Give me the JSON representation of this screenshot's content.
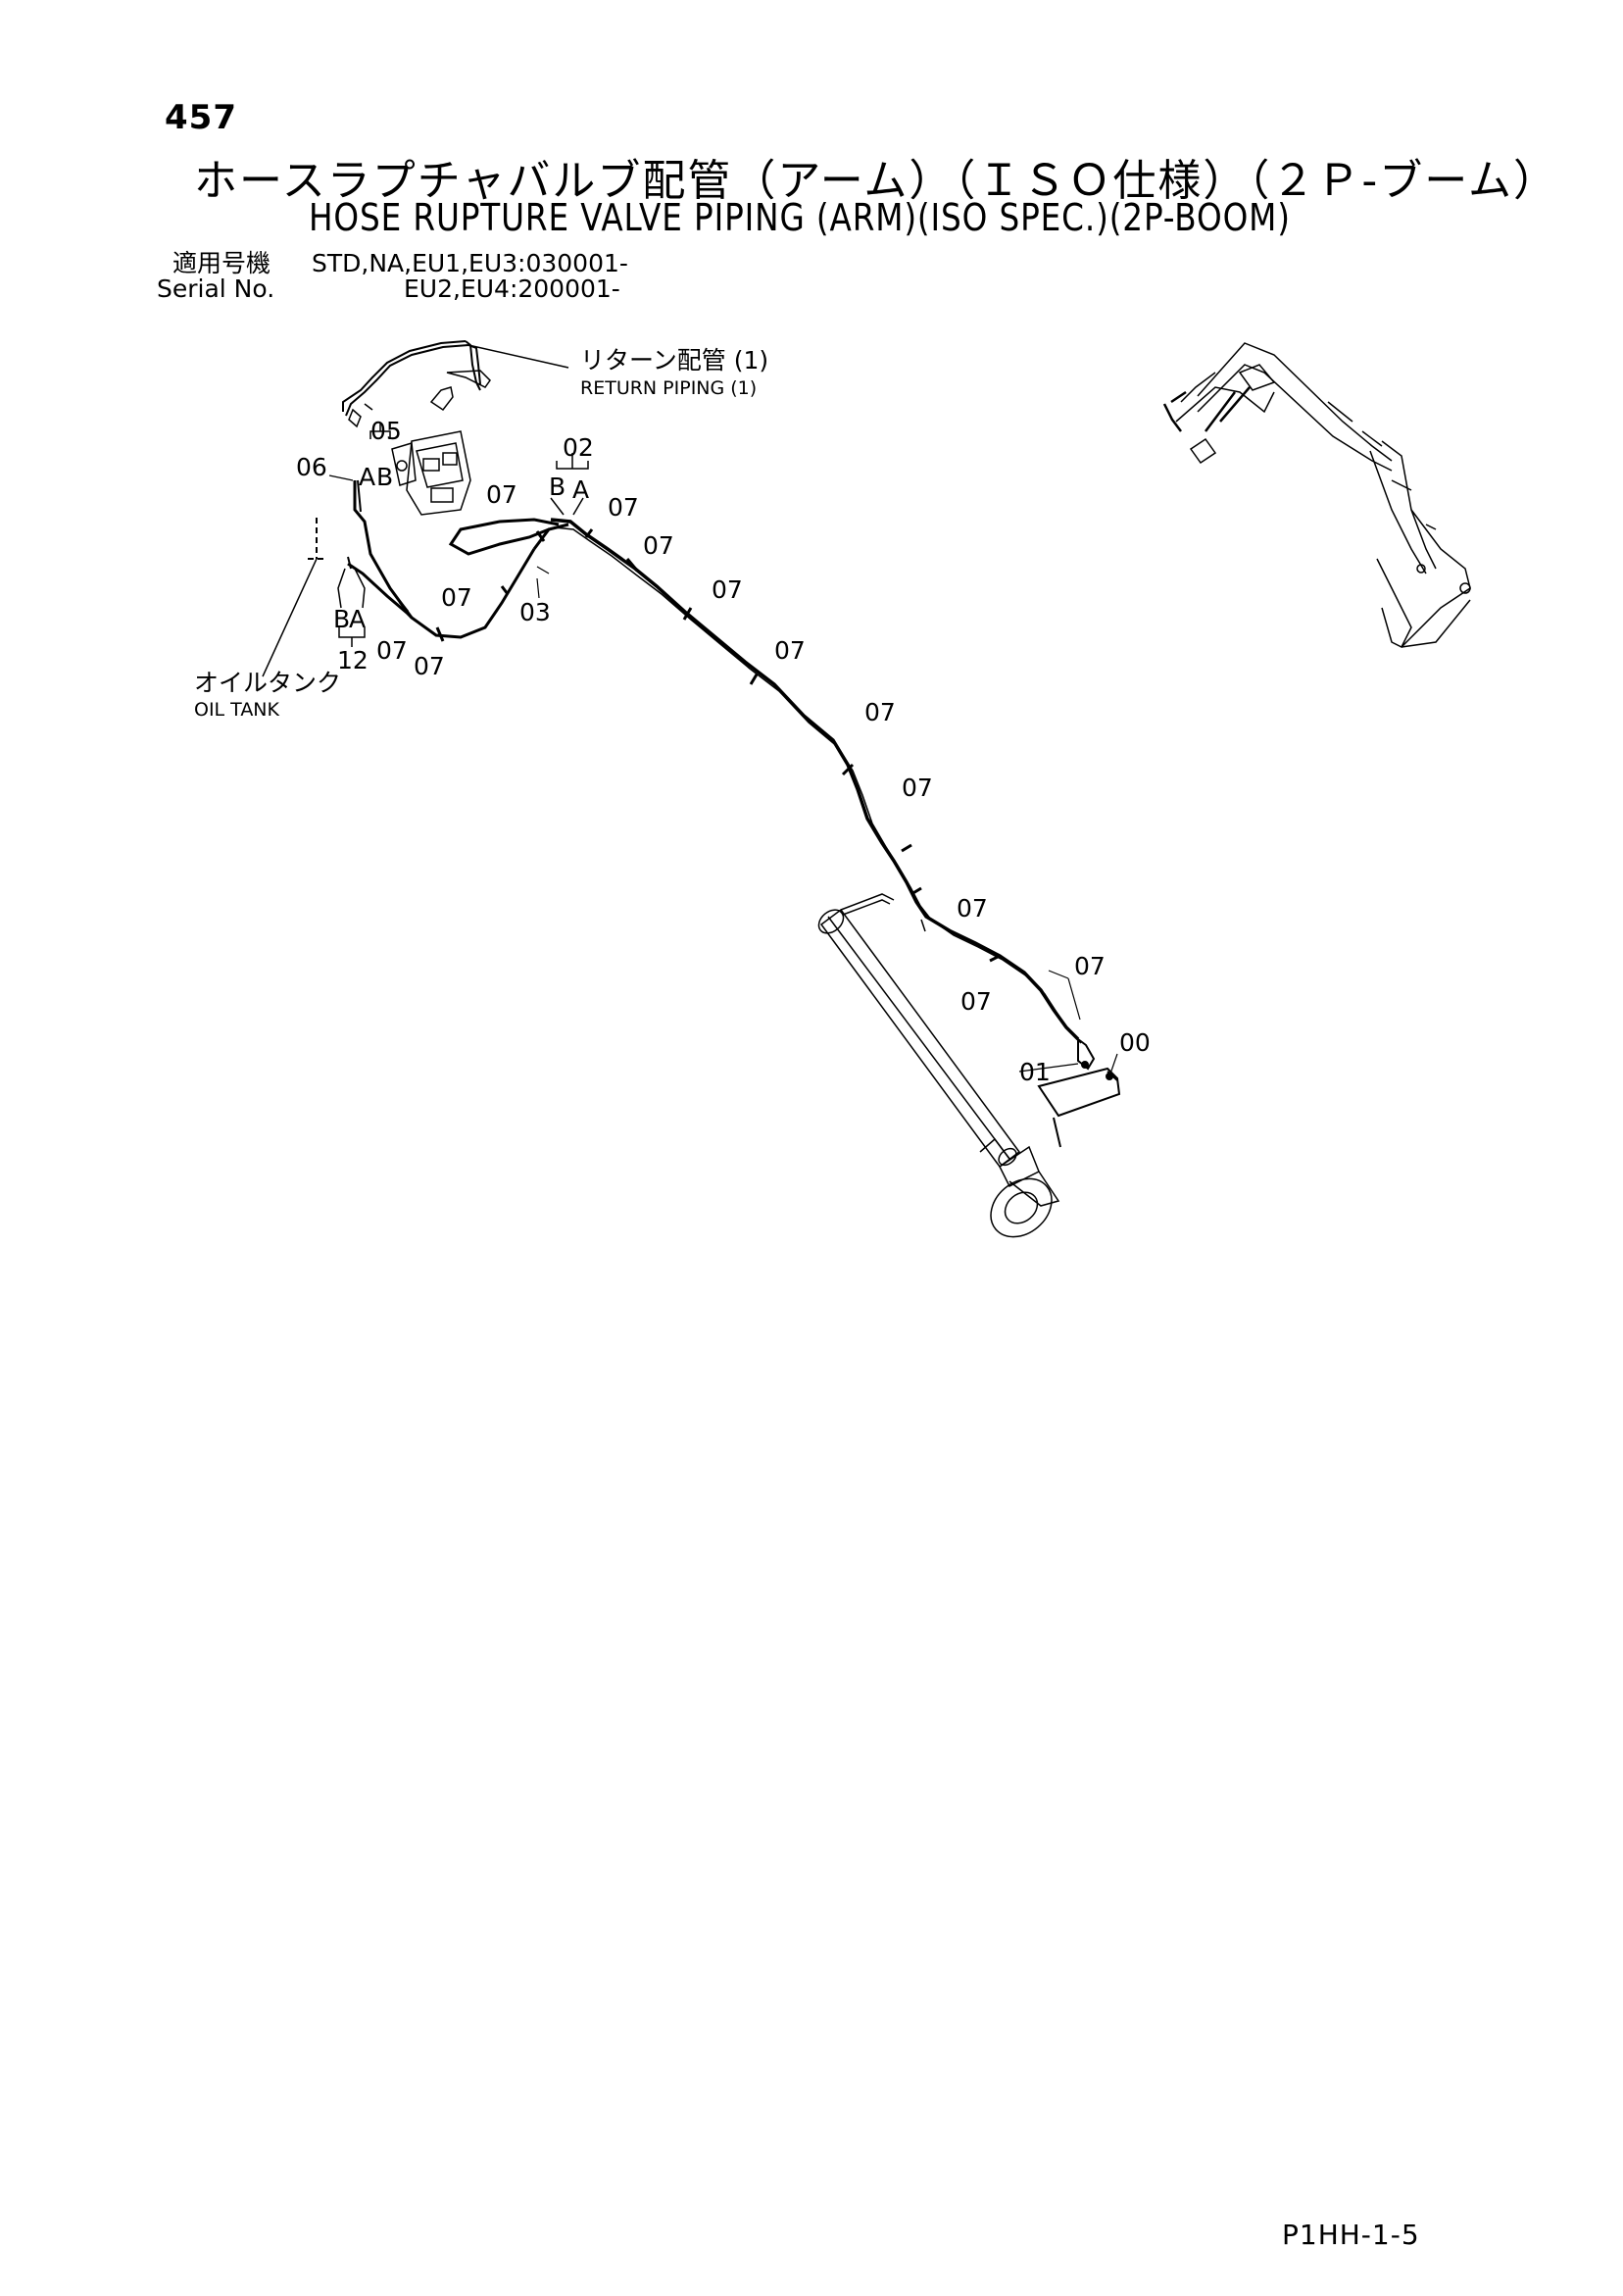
{
  "header": {
    "page_number": "457",
    "title_jp": "ホースラプチャバルブ配管（アーム）（ＩＳＯ仕様）（２Ｐ-ブーム）",
    "title_en": "HOSE RUPTURE VALVE PIPING (ARM)(ISO SPEC.)(2P-BOOM)",
    "serial_label_jp": "適用号機",
    "serial_label_en": "Serial No.",
    "serial_value_1": "STD,NA,EU1,EU3:030001-",
    "serial_value_2": "EU2,EU4:200001-"
  },
  "diagram": {
    "return_piping_jp": "リターン配管 (1)",
    "return_piping_en": "RETURN PIPING (1)",
    "oil_tank_jp": "オイルタンク",
    "oil_tank_en": "OIL TANK",
    "part_labels": {
      "p00": "00",
      "p01": "01",
      "p02": "02",
      "p03": "03",
      "p05": "05",
      "p06": "06",
      "p07": "07",
      "p12": "12"
    },
    "port_a": "A",
    "port_b": "B"
  },
  "footer": {
    "doc_code": "P1HH-1-5"
  }
}
